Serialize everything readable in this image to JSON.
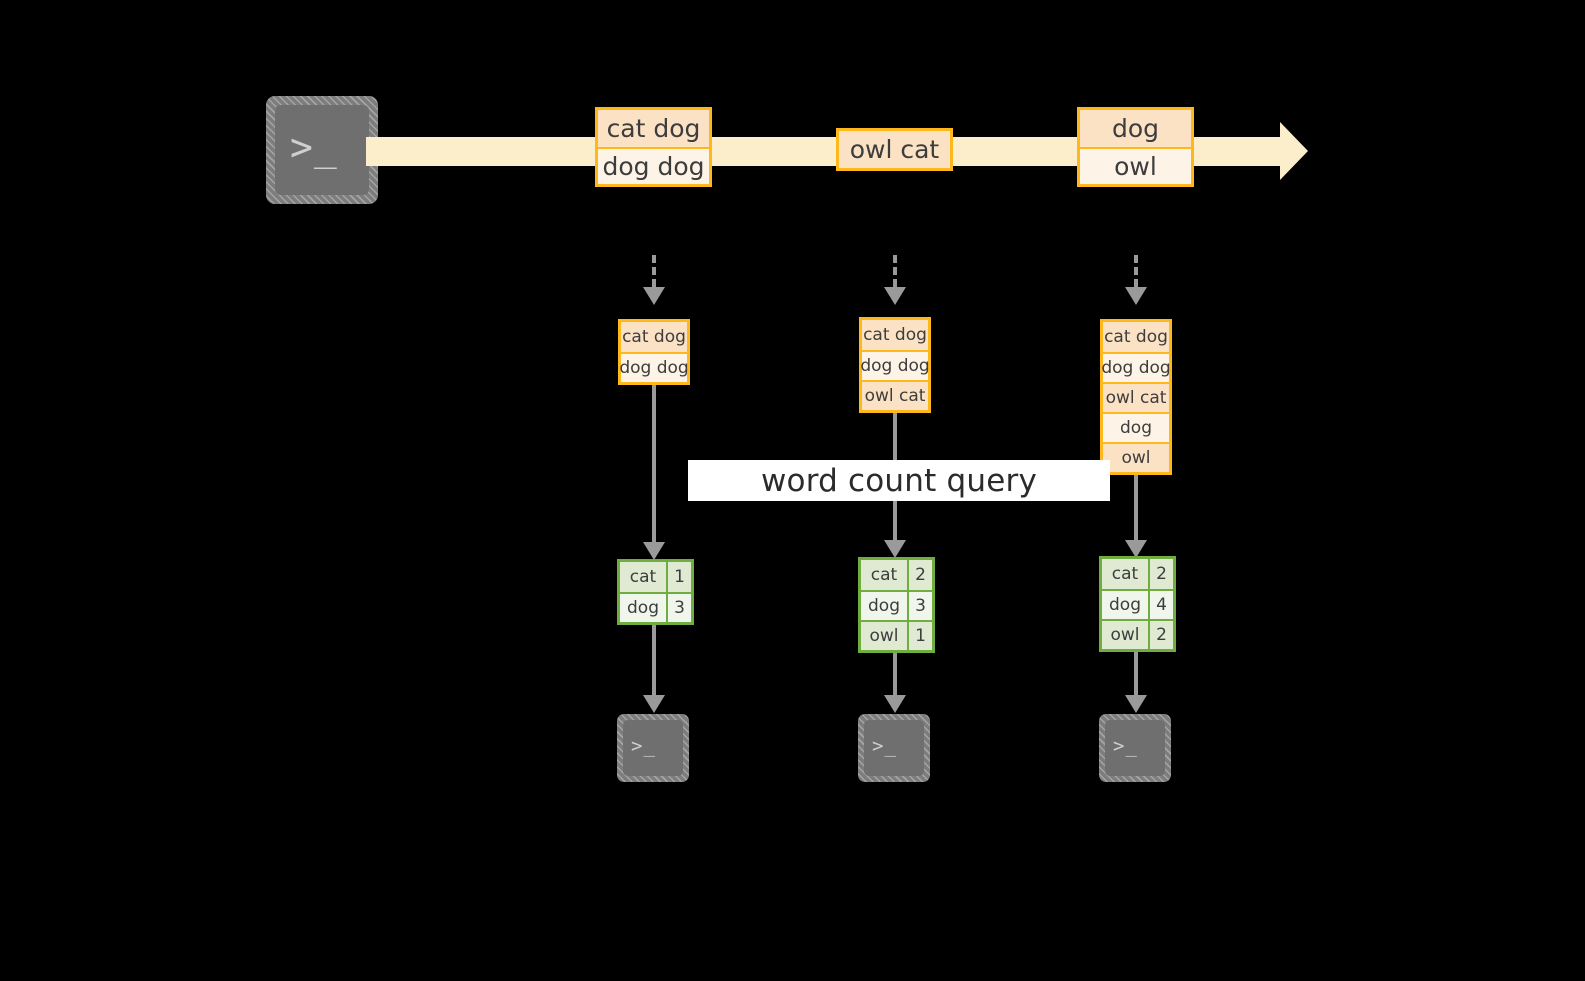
{
  "diagram": {
    "title_label": "word count query",
    "colors": {
      "background": "#000000",
      "stream_fill": "#fdeecb",
      "record_border": "#ffb81c",
      "record_fill_odd": "#fbe2c4",
      "record_fill_even": "#fdf3e6",
      "table_border": "#6fae3e",
      "table_fill_odd": "#e0ead3",
      "table_fill_even": "#f1f6ec",
      "connector": "#9a9a9a",
      "terminal_fill": "#6f6f6f",
      "label_band": "#ffffff"
    }
  },
  "source": {
    "icon": "terminal-icon",
    "prompt": ">_"
  },
  "stream": {
    "icon": "arrow-right-icon",
    "events": [
      {
        "lines": [
          "cat dog",
          "dog dog"
        ]
      },
      {
        "lines": [
          "owl cat"
        ]
      },
      {
        "lines": [
          "dog",
          "owl"
        ]
      }
    ]
  },
  "snapshots": [
    {
      "id": "snapshot-1",
      "inbound_icon": "dashed-arrow-down-icon",
      "records": [
        "cat dog",
        "dog dog"
      ],
      "result": {
        "rows": [
          {
            "word": "cat",
            "count": "1"
          },
          {
            "word": "dog",
            "count": "3"
          }
        ]
      },
      "sink": {
        "icon": "terminal-icon",
        "prompt": ">_"
      }
    },
    {
      "id": "snapshot-2",
      "inbound_icon": "dashed-arrow-down-icon",
      "records": [
        "cat dog",
        "dog dog",
        "owl cat"
      ],
      "result": {
        "rows": [
          {
            "word": "cat",
            "count": "2"
          },
          {
            "word": "dog",
            "count": "3"
          },
          {
            "word": "owl",
            "count": "1"
          }
        ]
      },
      "sink": {
        "icon": "terminal-icon",
        "prompt": ">_"
      }
    },
    {
      "id": "snapshot-3",
      "inbound_icon": "dashed-arrow-down-icon",
      "records": [
        "cat dog",
        "dog dog",
        "owl cat",
        "dog",
        "owl"
      ],
      "result": {
        "rows": [
          {
            "word": "cat",
            "count": "2"
          },
          {
            "word": "dog",
            "count": "4"
          },
          {
            "word": "owl",
            "count": "2"
          }
        ]
      },
      "sink": {
        "icon": "terminal-icon",
        "prompt": ">_"
      }
    }
  ]
}
